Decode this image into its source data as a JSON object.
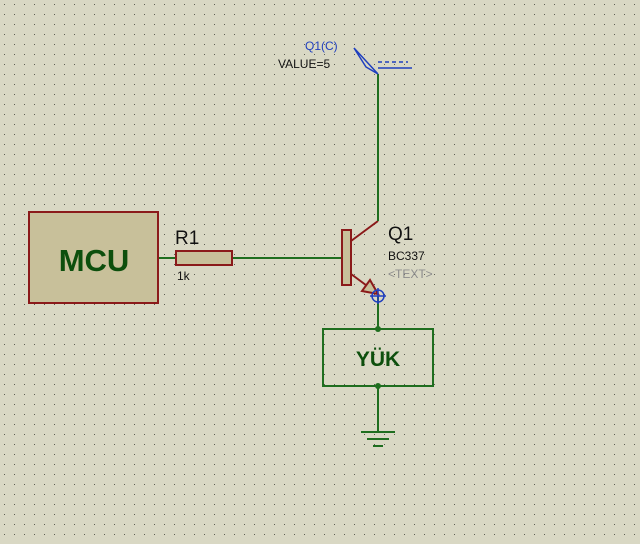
{
  "canvas": {
    "background": "#d9d8c4",
    "grid_dot_color": "#5e5e52",
    "wire_color": "#1f6e1f",
    "component_outline_color": "#8b1a1a",
    "component_fill_color": "#c8c09a",
    "block_text_color": "#0d4f0d",
    "label_text_color": "#111111",
    "probe_color": "#1f3fbf",
    "hidden_text_color": "#8c8c8c"
  },
  "components": {
    "mcu": {
      "label": "MCU"
    },
    "resistor": {
      "ref": "R1",
      "value": "1k"
    },
    "transistor": {
      "ref": "Q1",
      "part": "BC337",
      "text_placeholder": "<TEXT>"
    },
    "load": {
      "label": "YÜK"
    },
    "ground": {
      "icon": "ground-icon"
    }
  },
  "probe": {
    "name": "Q1(C)",
    "value": "VALUE=5",
    "icon": "voltage-probe-icon"
  }
}
